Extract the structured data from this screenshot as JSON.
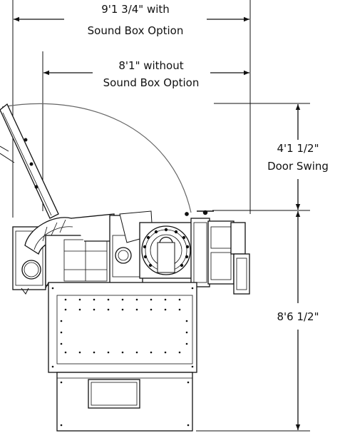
{
  "colors": {
    "ink": "#111111",
    "background": "#ffffff"
  },
  "dimensions": {
    "width_with_sound_box": {
      "line1": "9'1 3/4\" with",
      "line2": "Sound Box Option"
    },
    "width_without_sound_box": {
      "line1": "8'1\" without",
      "line2": "Sound Box Option"
    },
    "door_swing": {
      "line1": "4'1 1/2\"",
      "line2": "Door Swing"
    },
    "length": {
      "value": "8'6 1/2\""
    }
  }
}
